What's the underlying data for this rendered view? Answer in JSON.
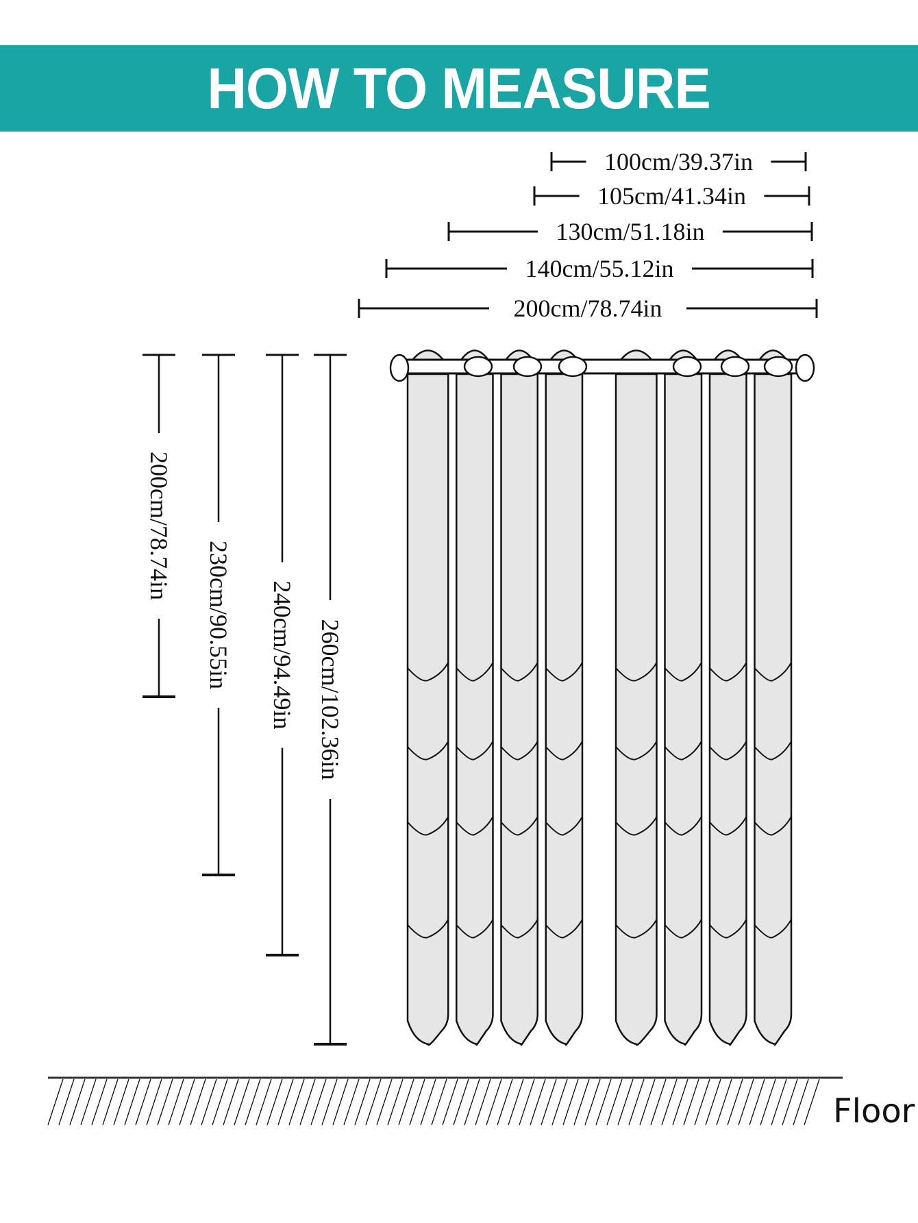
{
  "title": "HOW TO MEASURE",
  "widths": [
    "100cm/39.37in",
    "105cm/41.34in",
    "130cm/51.18in",
    "140cm/55.12in",
    "200cm/78.74in"
  ],
  "lengths": [
    "200cm/78.74in",
    "230cm/90.55in",
    "240cm/94.49in",
    "260cm/102.36in"
  ],
  "floor_label": "Floor",
  "colors": {
    "banner": "#1aa5a5",
    "curtain": "#e6e6e6",
    "line": "#111111"
  }
}
